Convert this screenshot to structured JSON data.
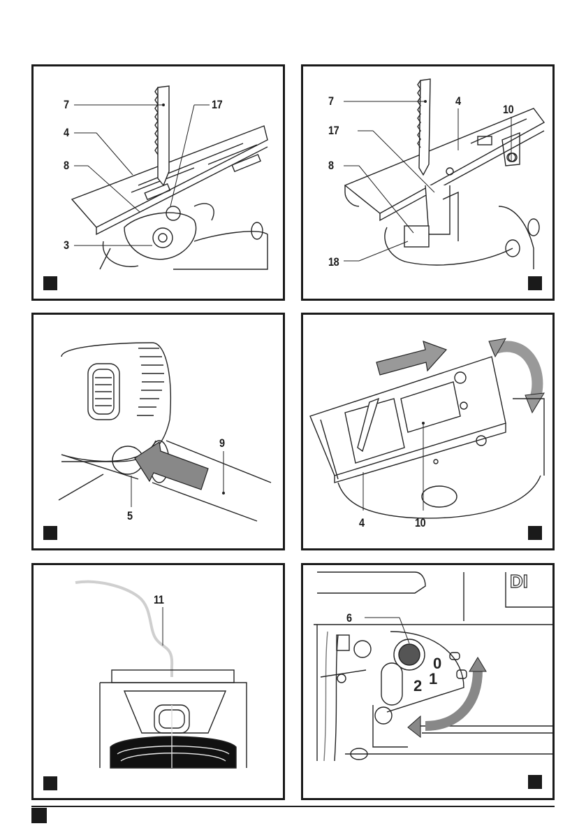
{
  "panels": [
    {
      "labels": [
        "7",
        "4",
        "8",
        "3",
        "17"
      ]
    },
    {
      "labels": [
        "7",
        "4",
        "10",
        "17",
        "8",
        "18"
      ]
    },
    {
      "labels": [
        "9",
        "5"
      ]
    },
    {
      "labels": [
        "4",
        "10"
      ]
    },
    {
      "labels": [
        "11"
      ]
    },
    {
      "labels": [
        "6"
      ],
      "dial": [
        "0",
        "1",
        "2"
      ],
      "brand_fragment": "DI"
    }
  ]
}
